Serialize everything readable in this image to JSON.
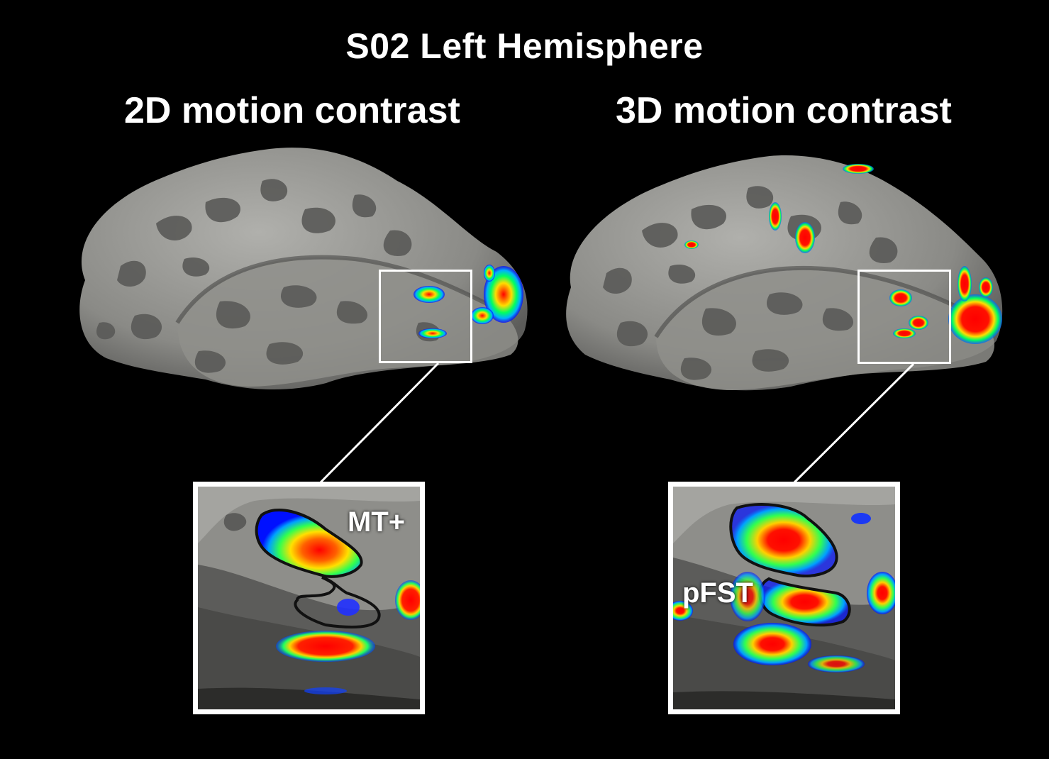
{
  "figure": {
    "title": "S02 Left Hemisphere",
    "panels": [
      {
        "title": "2D motion contrast",
        "roi_label": "MT+"
      },
      {
        "title": "3D motion contrast",
        "roi_label": "pFST"
      }
    ]
  },
  "colors": {
    "background": "#000000",
    "gyri": "#9a9a96",
    "sulci": "#5a5a58",
    "activation_scale": [
      "#0000ff",
      "#00c0ff",
      "#00ff60",
      "#ffff00",
      "#ff0000"
    ]
  }
}
